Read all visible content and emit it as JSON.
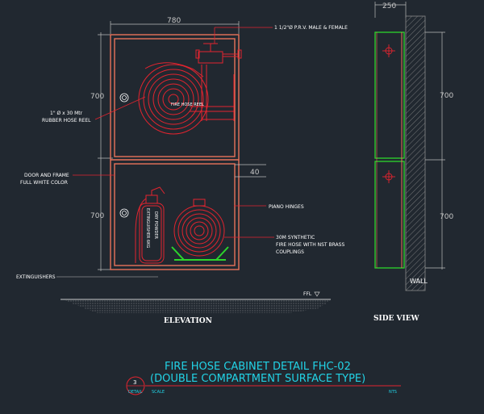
{
  "drawing": {
    "dim_width": "780",
    "dim_side_width": "250",
    "dim_height_upper": "700",
    "dim_height_lower": "700",
    "dim_side_upper": "700",
    "dim_side_lower": "700",
    "dim_gap": "40",
    "label_prv": "1 1/2\"Ø P.R.V. MALE & FEMALE",
    "label_reel_1": "1\" Ø x 30 Mtr",
    "label_reel_2": "RUBBER HOSE REEL",
    "label_reel_text": "FIRE HOSE REEL",
    "label_door_1": "DOOR AND FRAME",
    "label_door_2": "FULL WHITE COLOR",
    "label_hinges": "PIANO HINGES",
    "label_hose_1": "30M SYNTHETIC",
    "label_hose_2": "FIRE HOSE WITH NST BRASS",
    "label_hose_3": "COUPLINGS",
    "label_extinguisher_1": "EXTINGUISHER 6KG",
    "label_extinguisher_2": "DRY POWDER",
    "label_extinguishers": "EXTINGUISHERS",
    "label_ffl": "FFL",
    "label_wall": "WALL",
    "view_elevation": "ELEVATION",
    "view_side": "SIDE VIEW",
    "title_line1": "FIRE HOSE  CABINET DETAIL FHC-02",
    "title_line2": "(DOUBLE COMPARTMENT SURFACE TYPE)",
    "detail_number": "3",
    "detail_label": "DETAIL",
    "scale_label": "SCALE",
    "scale_value": "NTS"
  },
  "colors": {
    "background": "#212830",
    "frame": "#e8735a",
    "red": "#e2242f",
    "green": "#2cd62c",
    "cyan": "#22d3e6",
    "white": "#ffffff",
    "gray": "#8a8a8a"
  }
}
